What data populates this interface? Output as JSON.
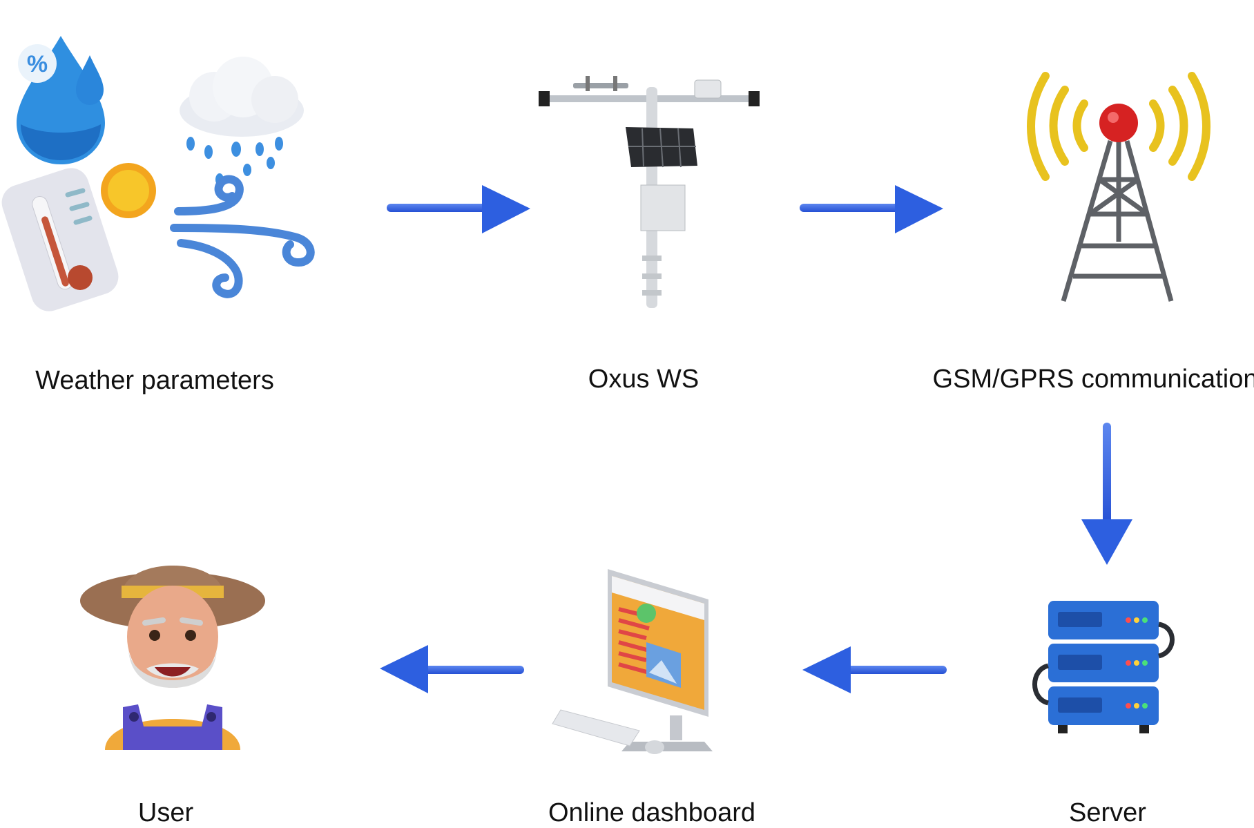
{
  "nodes": {
    "weather": {
      "label": "Weather parameters",
      "icon": "weather-parameters-icon"
    },
    "station": {
      "label": "Oxus WS",
      "icon": "weather-station-icon"
    },
    "gsm": {
      "label": "GSM/GPRS communication",
      "icon": "cell-tower-icon"
    },
    "server": {
      "label": "Server",
      "icon": "server-rack-icon"
    },
    "dashboard": {
      "label": "Online dashboard",
      "icon": "desktop-computer-icon"
    },
    "user": {
      "label": "User",
      "icon": "farmer-avatar-icon"
    }
  },
  "flow": [
    "weather",
    "station",
    "gsm",
    "server",
    "dashboard",
    "user"
  ],
  "colors": {
    "arrow": "#2d5fe0",
    "text": "#111111",
    "background": "#ffffff"
  }
}
